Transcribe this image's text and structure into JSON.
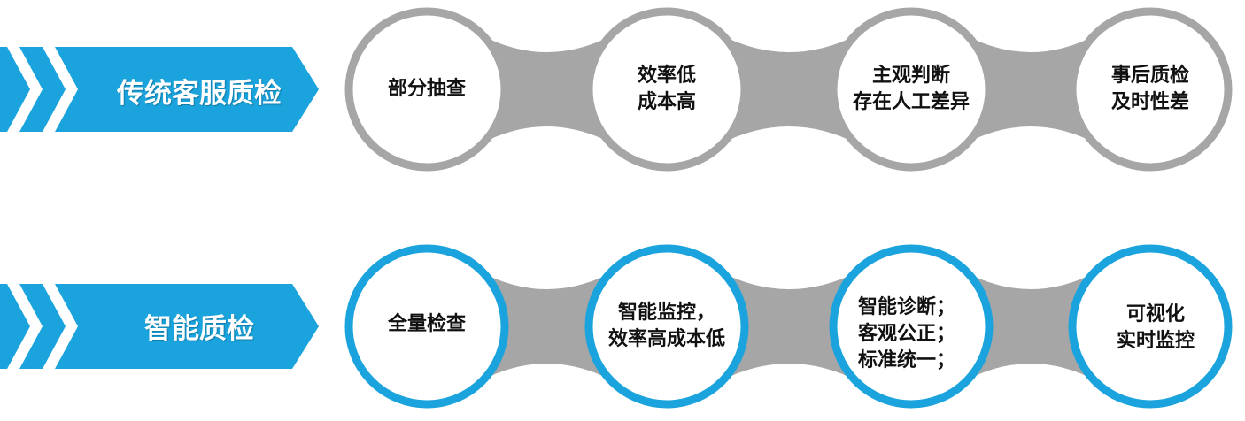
{
  "colors": {
    "banner": "#1aa3dc",
    "banner_chevron": "#ffffff",
    "connector": "#a6a6a6",
    "row1_ring": "#a6a6a6",
    "row2_ring": "#1aa3dc",
    "node_fill": "#ffffff",
    "text": "#111111"
  },
  "rows": [
    {
      "label": "传统客服质检",
      "nodes": [
        {
          "lines": [
            "部分抽查"
          ]
        },
        {
          "lines": [
            "效率低",
            "成本高"
          ]
        },
        {
          "lines": [
            "主观判断",
            "存在人工差异"
          ]
        },
        {
          "lines": [
            "事后质检",
            "及时性差"
          ]
        }
      ]
    },
    {
      "label": "智能质检",
      "nodes": [
        {
          "lines": [
            "全量检查"
          ]
        },
        {
          "lines": [
            "智能监控，",
            "效率高成本低"
          ]
        },
        {
          "lines": [
            "智能诊断；",
            "客观公正；",
            "标准统一；"
          ]
        },
        {
          "lines": [
            "可视化",
            "实时监控"
          ]
        }
      ]
    }
  ]
}
